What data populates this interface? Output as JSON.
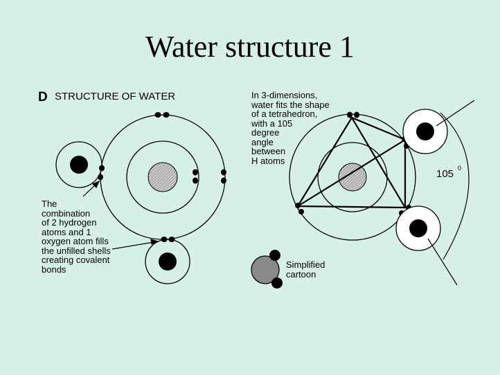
{
  "slide": {
    "title": "Water structure 1"
  },
  "panel": {
    "letter": "D",
    "heading": "STRUCTURE OF WATER"
  },
  "left_caption": "The\ncombination\nof 2 hydrogen\natoms and 1\noxygen atom fills\nthe unfilled shells\ncreating covalent\nbonds",
  "right_caption": "In 3-dimensions,\nwater fits the shape\nof a tetrahedron,\nwith a 105\ndegree\nangle\nbetween\nH atoms",
  "angle": {
    "value": "105",
    "unit": "0"
  },
  "cartoon_label": "Simplified\ncartoon",
  "colors": {
    "background": "#d7efe9",
    "nucleus_fill": "#bdbdbd",
    "cartoon_fill": "#8a8a8a",
    "ink": "#000000"
  }
}
